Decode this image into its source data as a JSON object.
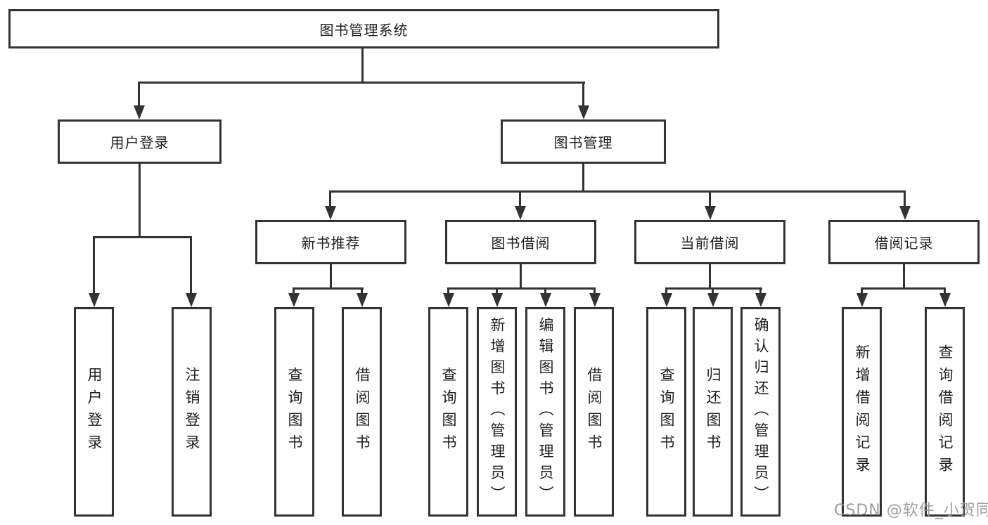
{
  "diagram": {
    "root": "图书管理系统",
    "level2": {
      "user_login": "用户登录",
      "book_management": "图书管理"
    },
    "user_login_children": [
      "用户登录",
      "注销登录"
    ],
    "book_management_children": [
      "新书推荐",
      "图书借阅",
      "当前借阅",
      "借阅记录"
    ],
    "new_book_children": [
      "查询图书",
      "借阅图书"
    ],
    "book_borrow_children": [
      "查询图书",
      "新增图书（管理员）",
      "编辑图书（管理员）",
      "借阅图书"
    ],
    "current_borrow_children": [
      "查询图书",
      "归还图书",
      "确认归还（管理员）"
    ],
    "borrow_record_children": [
      "新增借阅记录",
      "查询借阅记录"
    ]
  },
  "watermark": "CSDN @软件_小贺同学",
  "colors": {
    "line": "#333333",
    "text": "#1f1f1f",
    "background": "#ffffff",
    "watermark": "#949494"
  }
}
